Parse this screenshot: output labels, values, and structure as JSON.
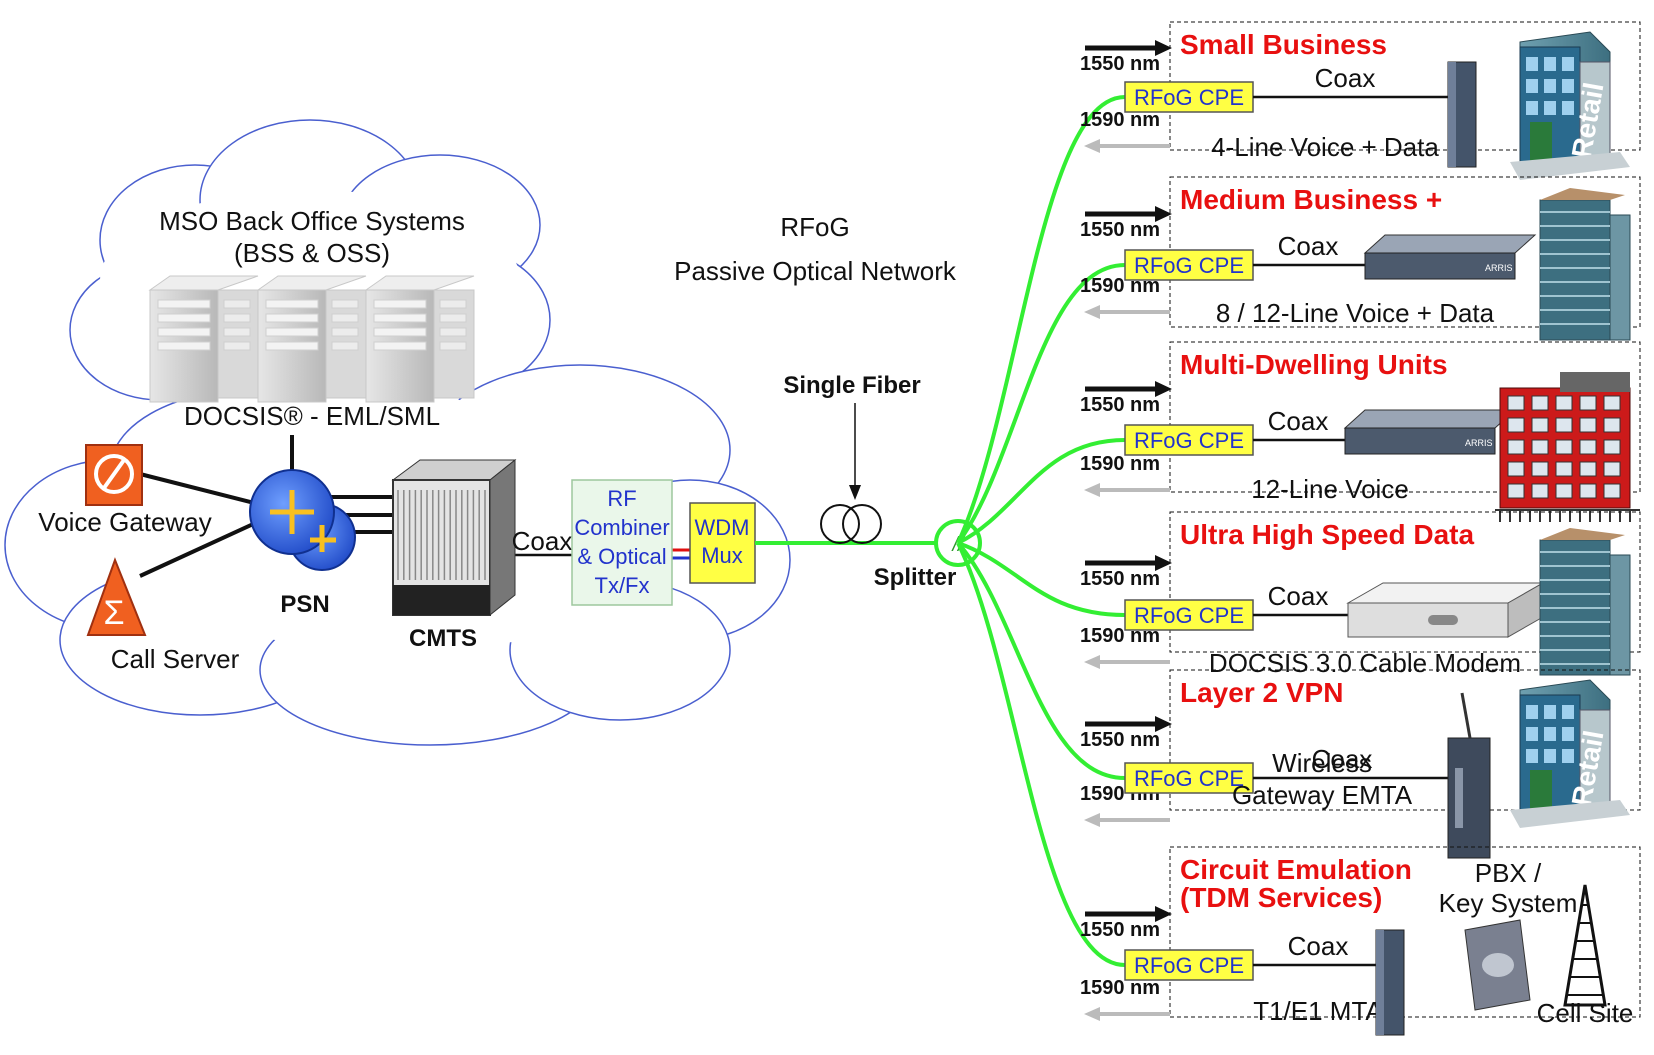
{
  "diagram": {
    "cloud_title_1": "MSO Back Office Systems",
    "cloud_title_2": "(BSS & OSS)",
    "docsis_label": "DOCSIS® - EML/SML",
    "voice_gateway": "Voice Gateway",
    "call_server": "Call Server",
    "psn": "PSN",
    "cmts": "CMTS",
    "coax_main": "Coax",
    "rf_combiner": [
      "RF",
      "Combiner",
      "& Optical",
      "Tx/Fx"
    ],
    "wdm_mux": [
      "WDM",
      "Mux"
    ],
    "network_title_1": "RFoG",
    "network_title_2": "Passive Optical Network",
    "single_fiber": "Single Fiber",
    "splitter": "Splitter",
    "splitter_symbol": "//",
    "colors": {
      "fiber": "#33ee33",
      "heading": "#e81010",
      "cpe_fill": "#ffff44",
      "blue_text": "#2233cc"
    }
  },
  "branches": [
    {
      "title": "Small Business",
      "down": "1550 nm",
      "up": "1590 nm",
      "cpe": "RFoG CPE",
      "coax": "Coax",
      "service": [
        "4-Line Voice + Data"
      ],
      "device": "modem-icon",
      "building": "retail-building-icon",
      "building_label": "Retail"
    },
    {
      "title": "Medium Business +",
      "down": "1550 nm",
      "up": "1590 nm",
      "cpe": "RFoG CPE",
      "coax": "Coax",
      "service": [
        "8 / 12-Line Voice + Data"
      ],
      "device": "rack-unit-icon",
      "building": "office-tower-icon",
      "device_label": "ARRIS"
    },
    {
      "title": "Multi-Dwelling Units",
      "down": "1550 nm",
      "up": "1590 nm",
      "cpe": "RFoG CPE",
      "coax": "Coax",
      "service": [
        "12-Line Voice"
      ],
      "device": "rack-unit-icon",
      "building": "apartment-building-icon",
      "device_label": "ARRIS"
    },
    {
      "title": "Ultra High Speed Data",
      "down": "1550 nm",
      "up": "1590 nm",
      "cpe": "RFoG CPE",
      "coax": "Coax",
      "service": [
        "DOCSIS 3.0 Cable Modem"
      ],
      "device": "cable-modem-icon",
      "building": "office-tower-icon"
    },
    {
      "title": "Layer 2 VPN",
      "down": "1550 nm",
      "up": "1590 nm",
      "cpe": "RFoG CPE",
      "coax": "Coax",
      "service": [
        "Wireless",
        "Gateway EMTA"
      ],
      "device": "wireless-gateway-icon",
      "building": "retail-building-icon",
      "building_label": "Retail"
    },
    {
      "title": [
        "Circuit Emulation",
        "(TDM Services)"
      ],
      "down": "1550 nm",
      "up": "1590 nm",
      "cpe": "RFoG CPE",
      "coax": "Coax",
      "service": [
        "T1/E1 MTA"
      ],
      "device": "mta-icon",
      "pbx": [
        "PBX /",
        "Key System"
      ],
      "cell_site": "Cell Site"
    }
  ]
}
